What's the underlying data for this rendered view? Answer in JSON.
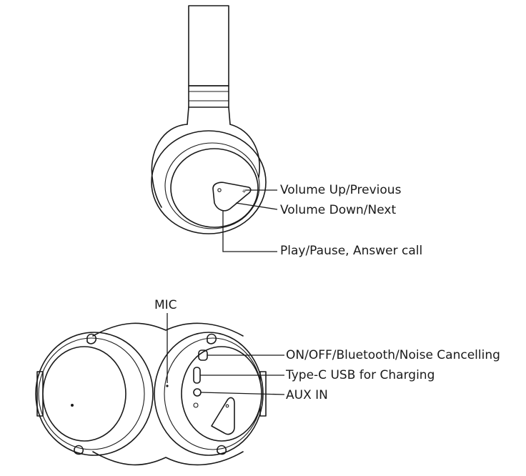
{
  "labels": {
    "volume_up": "Volume Up/Previous",
    "volume_down": "Volume Down/Next",
    "play_pause": "Play/Pause, Answer call",
    "mic": "MIC",
    "power": "ON/OFF/Bluetooth/Noise Cancelling",
    "usb": "Type-C USB for Charging",
    "aux": "AUX IN"
  }
}
